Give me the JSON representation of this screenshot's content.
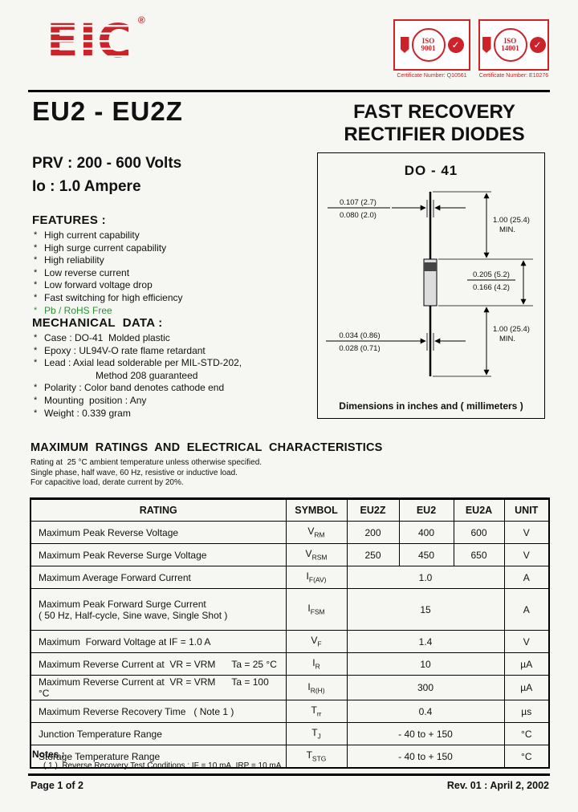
{
  "colors": {
    "brand_red": "#cc2229",
    "rohs_green": "#2a9235"
  },
  "header": {
    "logo_text": "EIC",
    "registered_mark": "®",
    "certs": [
      {
        "iso_top": "ISO",
        "iso_num": "9001",
        "check": "✓",
        "caption": "Certificate Number: Q10561"
      },
      {
        "iso_top": "ISO",
        "iso_num": "14001",
        "check": "✓",
        "caption": "Certificate Number: E10276"
      }
    ]
  },
  "title": {
    "part": "EU2 - EU2Z",
    "product_line1": "FAST RECOVERY",
    "product_line2": "RECTIFIER DIODES"
  },
  "specs": {
    "prv": "PRV : 200 - 600 Volts",
    "io": "Io : 1.0 Ampere"
  },
  "features": {
    "heading": "FEATURES :",
    "bullet": "*",
    "items": [
      "High current capability",
      "High surge current capability",
      "High reliability",
      "Low reverse current",
      "Low forward voltage drop",
      "Fast switching for high efficiency",
      "Pb / RoHS Free"
    ]
  },
  "mechanical": {
    "heading": "MECHANICAL  DATA :",
    "items": [
      {
        "b": "*",
        "t": "Case : DO-41  Molded plastic"
      },
      {
        "b": "*",
        "t": "Epoxy : UL94V-O rate flame retardant"
      },
      {
        "b": "*",
        "t": "Lead : Axial lead solderable per MIL-STD-202,"
      },
      {
        "b": "",
        "t": "Method 208 guaranteed"
      },
      {
        "b": "*",
        "t": "Polarity : Color band denotes cathode end"
      },
      {
        "b": "*",
        "t": "Mounting  position : Any"
      },
      {
        "b": "*",
        "t": "Weight : 0.339 gram"
      }
    ]
  },
  "package": {
    "name": "DO - 41",
    "caption": "Dimensions in inches and ( millimeters )",
    "dims": {
      "body_dia_max": "0.107 (2.7)",
      "body_dia_min": "0.080 (2.0)",
      "lead_len_top": "1.00 (25.4)",
      "lead_len_top_min": "MIN.",
      "body_len_max": "0.205 (5.2)",
      "body_len_min": "0.166 (4.2)",
      "lead_dia_max": "0.034 (0.86)",
      "lead_dia_min": "0.028 (0.71)",
      "lead_len_bot": "1.00 (25.4)",
      "lead_len_bot_min": "MIN."
    }
  },
  "ratings": {
    "heading": "MAXIMUM  RATINGS  AND  ELECTRICAL  CHARACTERISTICS",
    "cond1": "Rating at  25 °C ambient temperature unless otherwise specified.",
    "cond2": "Single phase, half wave, 60 Hz, resistive or inductive load.",
    "cond3": "For capacitive load, derate current by 20%."
  },
  "table": {
    "headers": [
      "RATING",
      "SYMBOL",
      "EU2Z",
      "EU2",
      "EU2A",
      "UNIT"
    ],
    "rows": [
      {
        "rating": "Maximum Peak Reverse Voltage",
        "sym": "V",
        "sub": "RM",
        "v1": "200",
        "v2": "400",
        "v3": "600",
        "unit": "V"
      },
      {
        "rating": "Maximum Peak Reverse Surge Voltage",
        "sym": "V",
        "sub": "RSM",
        "v1": "250",
        "v2": "450",
        "v3": "650",
        "unit": "V"
      },
      {
        "rating": "Maximum Average Forward Current",
        "sym": "I",
        "sub": "F(AV)",
        "value": "1.0",
        "unit": "A"
      },
      {
        "rating": "Maximum Peak Forward Surge Current",
        "rating2": "( 50 Hz, Half-cycle, Sine wave, Single Shot )",
        "sym": "I",
        "sub": "FSM",
        "value": "15",
        "unit": "A"
      },
      {
        "rating": "Maximum  Forward Voltage at IF = 1.0 A",
        "sym": "V",
        "sub": "F",
        "value": "1.4",
        "unit": "V"
      },
      {
        "rating": "Maximum Reverse Current at  VR = VRM      Ta = 25 °C",
        "sym": "I",
        "sub": "R",
        "value": "10",
        "unit": "µA"
      },
      {
        "rating": "Maximum Reverse Current at  VR = VRM      Ta = 100 °C",
        "sym": "I",
        "sub": "R(H)",
        "value": "300",
        "unit": "µA"
      },
      {
        "rating": "Maximum Reverse Recovery Time   ( Note 1 )",
        "sym": "T",
        "sub": "rr",
        "value": "0.4",
        "unit": "µs"
      },
      {
        "rating": "Junction Temperature Range",
        "sym": "T",
        "sub": "J",
        "value": "- 40 to + 150",
        "unit": "°C"
      },
      {
        "rating": "Storage Temperature Range",
        "sym": "T",
        "sub": "STG",
        "value": "- 40 to + 150",
        "unit": "°C"
      }
    ]
  },
  "notes": {
    "heading": "Notes :",
    "note1": "( 1 )  Reverse Recovery Test Conditions : IF = 10 mA, IRP = 10 mA."
  },
  "footer": {
    "page": "Page 1 of 2",
    "rev": "Rev. 01 : April 2, 2002"
  }
}
